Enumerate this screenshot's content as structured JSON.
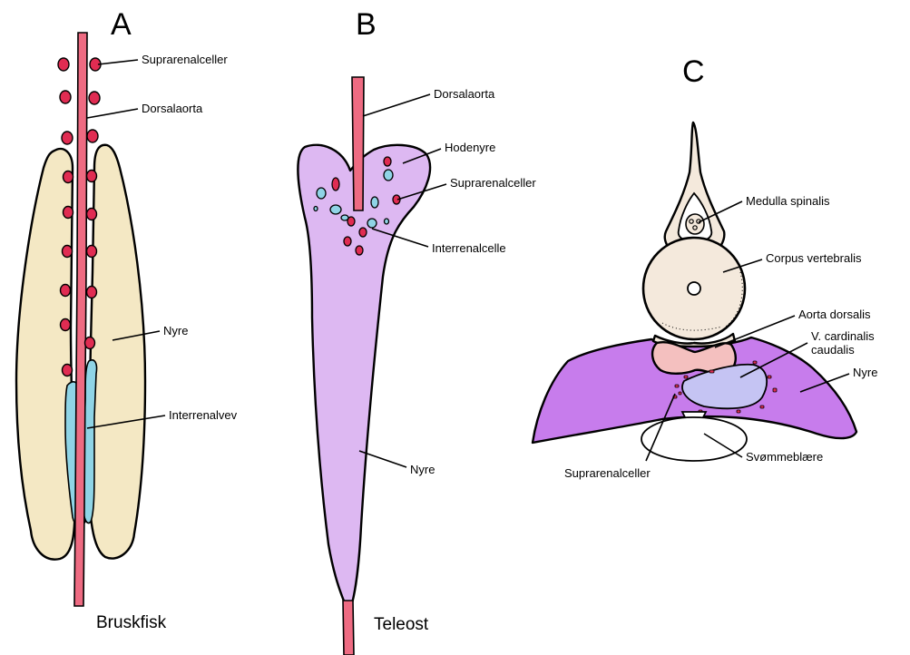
{
  "panels": {
    "a": {
      "letter": "A",
      "caption": "Bruskfisk",
      "labels": {
        "suprarenal": "Suprarenalceller",
        "aorta": "Dorsalaorta",
        "kidney": "Nyre",
        "interrenal": "Interrenalvev"
      }
    },
    "b": {
      "letter": "B",
      "caption": "Teleost",
      "labels": {
        "aorta": "Dorsalaorta",
        "head_kidney": "Hodenyre",
        "suprarenal": "Suprarenalceller",
        "interrenal": "Interrenalcelle",
        "kidney": "Nyre"
      }
    },
    "c": {
      "letter": "C",
      "labels": {
        "spinal_cord": "Medulla spinalis",
        "vertebral_body": "Corpus vertebralis",
        "aorta": "Aorta dorsalis",
        "cardinal_vein_1": "V. cardinalis",
        "cardinal_vein_2": "caudalis",
        "kidney": "Nyre",
        "swim_bladder": "Svømmeblære",
        "suprarenal": "Suprarenalceller"
      }
    }
  },
  "colors": {
    "cartilage_kidney": "#f4e8c4",
    "teleost_kidney": "#ddb8f2",
    "kidney_c": "#c77cec",
    "vessel": "#ee6b82",
    "suprarenal": "#e02c52",
    "interrenal": "#8fd4e6",
    "vertebra": "#f4e9dc",
    "aorta_c": "#f4c0bf",
    "vein_c": "#c5c4f3"
  }
}
